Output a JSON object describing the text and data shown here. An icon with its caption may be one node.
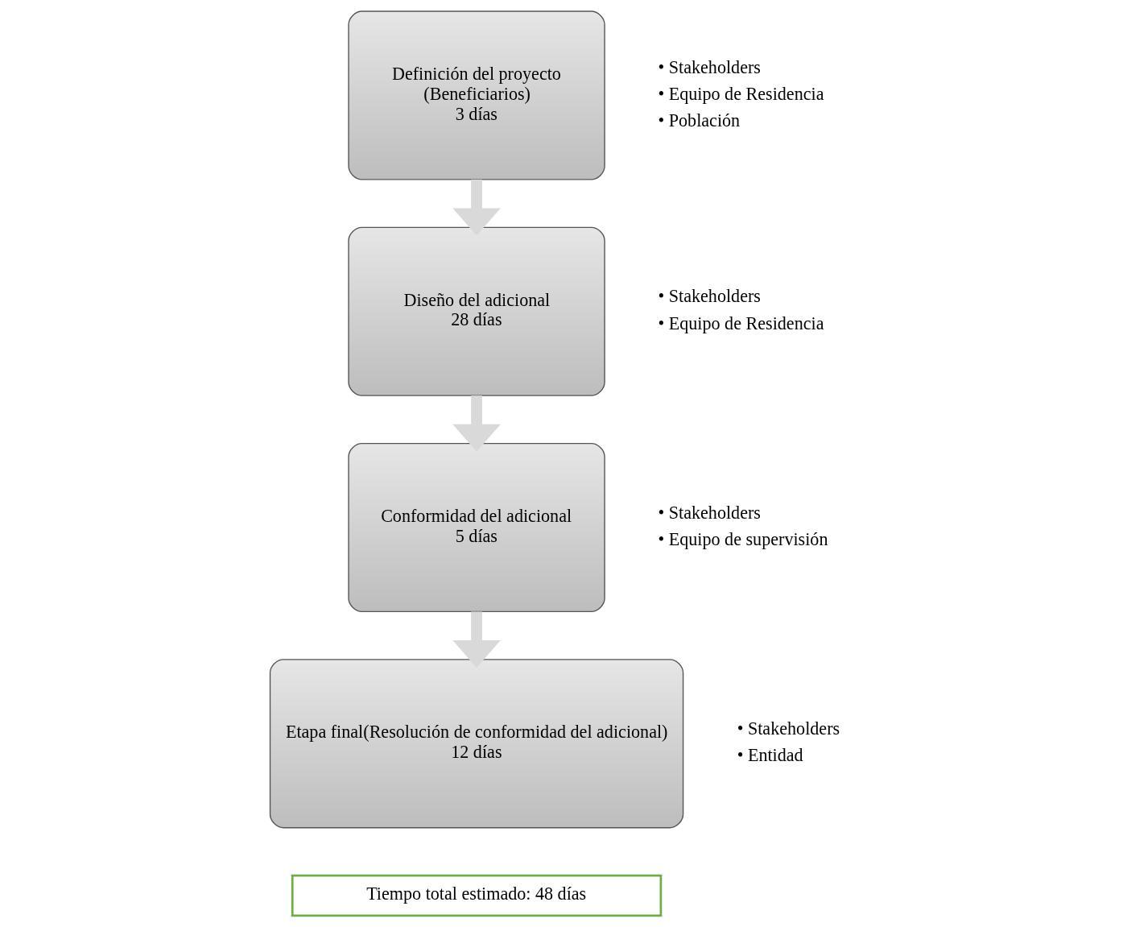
{
  "diagram": {
    "nodes": [
      {
        "text": [
          "Definición del proyecto",
          "(Beneficiarios)",
          "3 días"
        ],
        "beside": [
          "• Stakeholders",
          "• Equipo de Residencia",
          "• Población"
        ]
      },
      {
        "text": [
          "Diseño del adicional",
          "28 días"
        ],
        "beside": [
          "• Stakeholders",
          "• Equipo de Residencia"
        ]
      },
      {
        "text": [
          "Conformidad del adicional",
          "5 días"
        ],
        "beside": [
          "• Stakeholders",
          "• Equipo de supervisión"
        ]
      },
      {
        "text": [
          "Etapa final(Resolución de conformidad del adicional)",
          "12 días"
        ],
        "beside": [
          "• Stakeholders",
          "• Entidad"
        ]
      },
      {
        "text": [
          "Tiempo total estimado: 48 días"
        ]
      }
    ],
    "edges": [
      {
        "from": 0,
        "to": 1,
        "arrow": "to"
      },
      {
        "from": 1,
        "to": 2,
        "arrow": "to"
      },
      {
        "from": 2,
        "to": 3,
        "arrow": "to"
      }
    ]
  }
}
